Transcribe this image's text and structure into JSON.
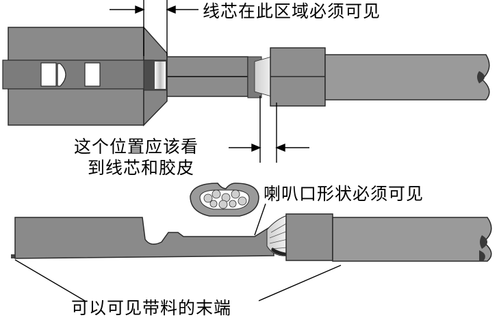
{
  "annotations": {
    "strand_visibility": "线芯在此区域必须可见",
    "position_check_line1": "这个位置应该看",
    "position_check_line2": "到线芯和胶皮",
    "bellmouth": "喇叭口形状必须可见",
    "carrier_end": "可以可见带料的末端"
  },
  "colors": {
    "terminal_body": "#8a8a8a",
    "terminal_dark": "#666666",
    "insulation": "#9a9a9a",
    "cable_end": "#3a3a3a",
    "outline": "#2a2a2a",
    "background": "#ffffff"
  }
}
